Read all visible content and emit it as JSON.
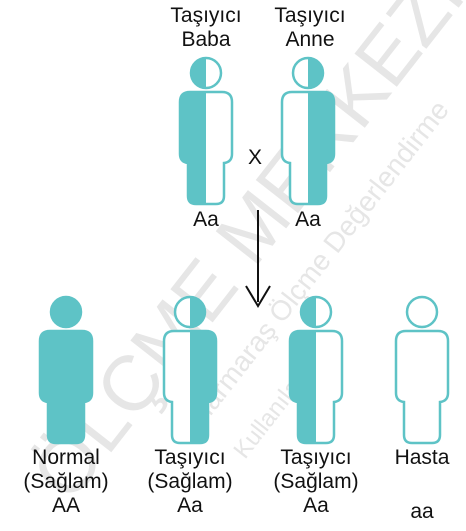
{
  "parents": {
    "father": {
      "line1": "Taşıyıcı",
      "line2": "Baba",
      "genotype": "Aa",
      "phenotype": "carrier"
    },
    "mother": {
      "line1": "Taşıyıcı",
      "line2": "Anne",
      "genotype": "Aa",
      "phenotype": "carrier"
    },
    "cross_symbol": "X"
  },
  "offspring": [
    {
      "line1": "Normal",
      "line2": "(Sağlam)",
      "genotype": "AA",
      "phenotype": "normal"
    },
    {
      "line1": "Taşıyıcı",
      "line2": "(Sağlam)",
      "genotype": "Aa",
      "phenotype": "carrier"
    },
    {
      "line1": "Taşıyıcı",
      "line2": "(Sağlam)",
      "genotype": "Aa",
      "phenotype": "carrier"
    },
    {
      "line1": "Hasta",
      "line2": "",
      "genotype": "aa",
      "phenotype": "affected"
    }
  ],
  "colors": {
    "fill": "#5ec3c6",
    "outline": "#5ec3c6",
    "text": "#111111",
    "arrow": "#111111"
  },
  "watermark": {
    "line1": "ÖLÇME MERKEZİ",
    "line2": "Marmaraş Ölçme Değerlendirme",
    "line3": "Kullanılabilir."
  }
}
